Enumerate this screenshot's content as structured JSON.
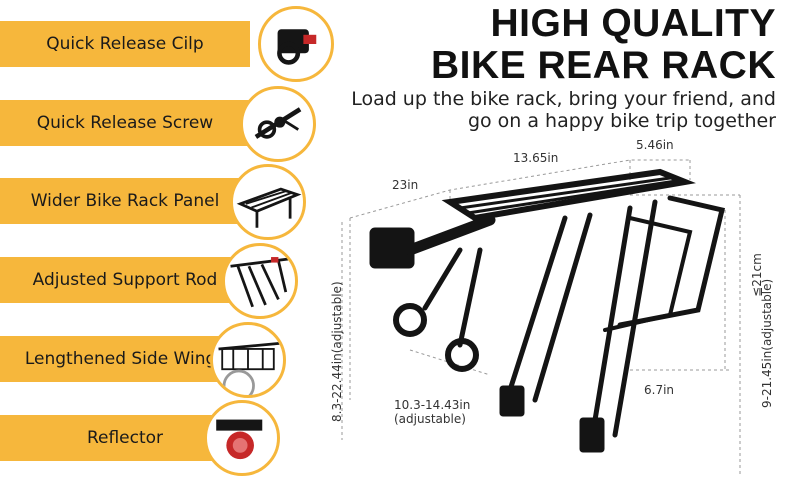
{
  "title": {
    "line1": "HIGH QUALITY",
    "line2": "BIKE REAR RACK"
  },
  "subtitle": {
    "line1": "Load up the bike rack, bring your friend, and",
    "line2": "go on a happy bike trip together"
  },
  "features": [
    {
      "label": "Quick Release Cilp",
      "icon": "clip-icon"
    },
    {
      "label": "Quick Release Screw",
      "icon": "screw-icon"
    },
    {
      "label": "Wider Bike Rack Panel",
      "icon": "rack-panel-icon"
    },
    {
      "label": "Adjusted Support Rod",
      "icon": "support-rod-icon"
    },
    {
      "label": "Lengthened Side Wings",
      "icon": "side-wings-icon"
    },
    {
      "label": "Reflector",
      "icon": "reflector-icon"
    }
  ],
  "dimensions": {
    "length": "23in",
    "panel_length": "13.65in",
    "panel_width": "5.46in",
    "wing_height": "≦21cm",
    "rod_length": "10.3-14.43in",
    "rod_note": "(adjustable)",
    "wing_width": "6.7in",
    "left_height": "8.3-22.44in(adjustable)",
    "right_height": "9-21.45in(adjustable)"
  },
  "colors": {
    "accent": "#f6b73c",
    "rack": "#141414"
  }
}
